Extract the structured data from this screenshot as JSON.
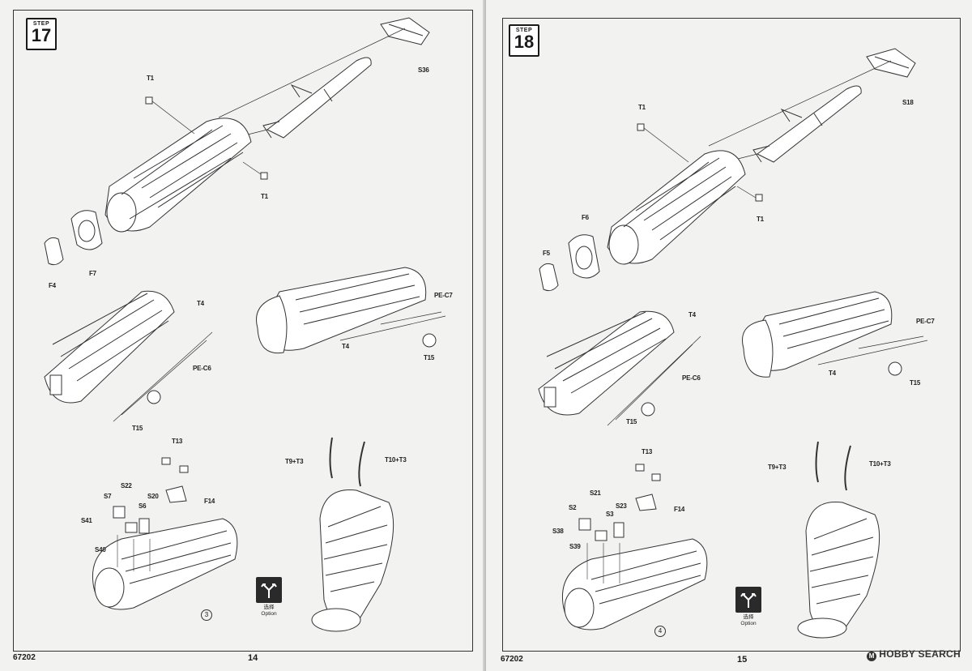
{
  "left_page": {
    "step_label": "STEP",
    "step_number": "17",
    "labels": {
      "t1_top": "T1",
      "s36": "S36",
      "t1_right": "T1",
      "f4": "F4",
      "f7": "F7",
      "t4_a": "T4",
      "pe_c6": "PE-C6",
      "t15_a": "T15",
      "pe_c7": "PE-C7",
      "t4_b": "T4",
      "t15_b": "T15",
      "t13": "T13",
      "s22": "S22",
      "s7": "S7",
      "s6": "S6",
      "s20": "S20",
      "s41": "S41",
      "f14": "F14",
      "s40": "S40",
      "t9_t3": "T9+T3",
      "t10_t3": "T10+T3"
    },
    "callout": "3",
    "option_zh": "选择",
    "option_en": "Option",
    "product_code": "67202",
    "page_number": "14"
  },
  "right_page": {
    "step_label": "STEP",
    "step_number": "18",
    "labels": {
      "t1_top": "T1",
      "s18": "S18",
      "t1_right": "T1",
      "f6": "F6",
      "f5": "F5",
      "t4_a": "T4",
      "pe_c6": "PE-C6",
      "t15_a": "T15",
      "pe_c7": "PE-C7",
      "t4_b": "T4",
      "t15_b": "T15",
      "t13": "T13",
      "s21": "S21",
      "s2": "S2",
      "s3": "S3",
      "s23": "S23",
      "s38": "S38",
      "f14": "F14",
      "s39": "S39",
      "t9_t3": "T9+T3",
      "t10_t3": "T10+T3"
    },
    "callout": "4",
    "option_zh": "选择",
    "option_en": "Option",
    "product_code": "67202",
    "page_number": "15"
  },
  "watermark": "HOBBY SEARCH",
  "watermark_mark": "M"
}
